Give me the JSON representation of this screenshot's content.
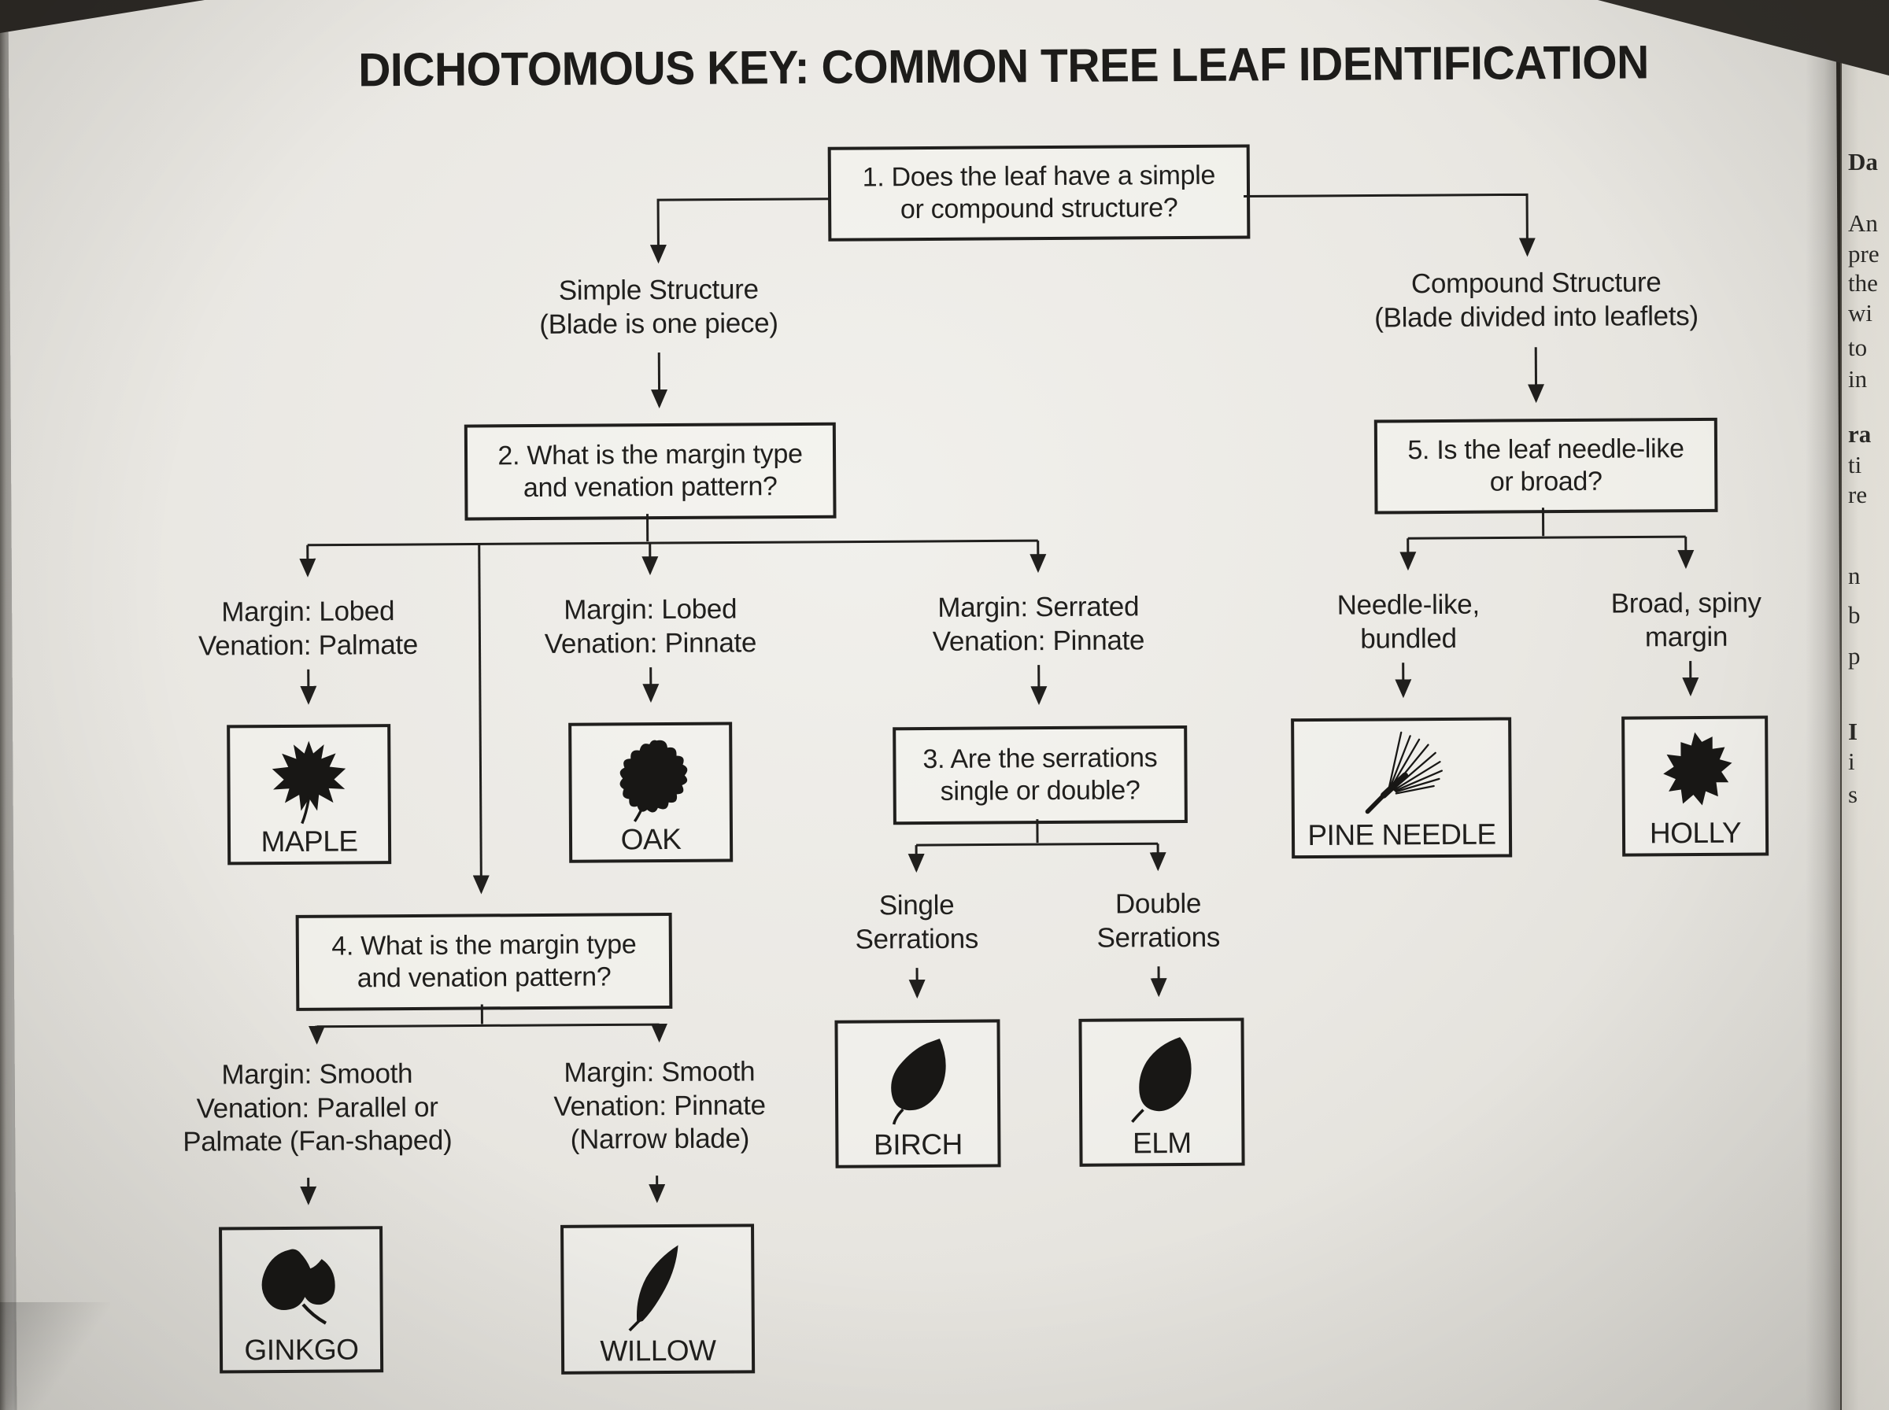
{
  "title": "DICHOTOMOUS KEY: COMMON TREE LEAF IDENTIFICATION",
  "flowchart": {
    "q1": "1. Does the leaf have a simple\nor compound structure?",
    "q2": "2. What is the margin type\nand venation pattern?",
    "q3": "3. Are the serrations\nsingle or double?",
    "q4": "4. What is the margin type\nand venation pattern?",
    "q5": "5. Is the leaf needle-like\nor broad?",
    "branches": {
      "simple": "Simple Structure\n(Blade is one piece)",
      "compound": "Compound Structure\n(Blade divided into leaflets)",
      "lobed_palmate": "Margin: Lobed\nVenation: Palmate",
      "lobed_pinnate": "Margin: Lobed\nVenation: Pinnate",
      "serrated_pinnate": "Margin: Serrated\nVenation: Pinnate",
      "single_serrations": "Single\nSerrations",
      "double_serrations": "Double\nSerrations",
      "smooth_parallel": "Margin: Smooth\nVenation: Parallel or\nPalmate (Fan-shaped)",
      "smooth_pinnate": "Margin: Smooth\nVenation: Pinnate\n(Narrow blade)",
      "needle_like": "Needle-like,\nbundled",
      "broad_spiny": "Broad, spiny\nmargin"
    },
    "results": {
      "maple": "MAPLE",
      "oak": "OAK",
      "birch": "BIRCH",
      "elm": "ELM",
      "ginkgo": "GINKGO",
      "willow": "WILLOW",
      "pine": "PINE NEEDLE",
      "holly": "HOLLY"
    }
  },
  "adjacent_page": {
    "fragments": [
      "Da",
      "An",
      "pre",
      "the",
      "wi",
      "to",
      "in",
      "ra",
      "ti",
      "re",
      "n",
      "b",
      "p",
      "I",
      "i",
      "s"
    ]
  },
  "colors": {
    "ink": "#201f1d",
    "paper": "#eae8e3",
    "table_background": "#35322d"
  }
}
